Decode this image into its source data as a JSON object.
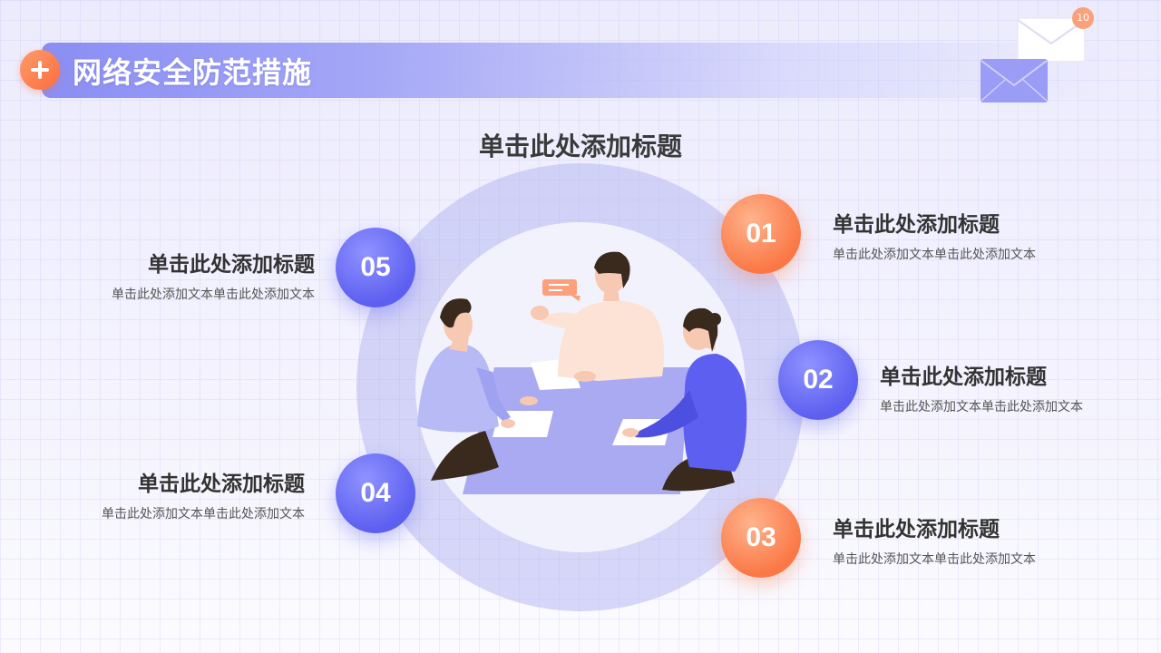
{
  "header": {
    "title": "网络安全防范措施",
    "plus_icon": "plus-icon",
    "notification_count": "10"
  },
  "main": {
    "title": "单击此处添加标题",
    "items": [
      {
        "num": "01",
        "title": "单击此处添加标题",
        "text": "单击此处添加文本单击此处添加文本",
        "color": "#fb7846"
      },
      {
        "num": "02",
        "title": "单击此处添加标题",
        "text": "单击此处添加文本单击此处添加文本",
        "color": "#5d5ff0"
      },
      {
        "num": "03",
        "title": "单击此处添加标题",
        "text": "单击此处添加文本单击此处添加文本",
        "color": "#fb7846"
      },
      {
        "num": "04",
        "title": "单击此处添加标题",
        "text": "单击此处添加文本单击此处添加文本",
        "color": "#5d5ff0"
      },
      {
        "num": "05",
        "title": "单击此处添加标题",
        "text": "单击此处添加文本单击此处添加文本",
        "color": "#5d5ff0"
      }
    ]
  },
  "colors": {
    "accent_orange": "#fb7846",
    "accent_blue": "#5d5ff0",
    "banner": "#8a8ef3"
  }
}
